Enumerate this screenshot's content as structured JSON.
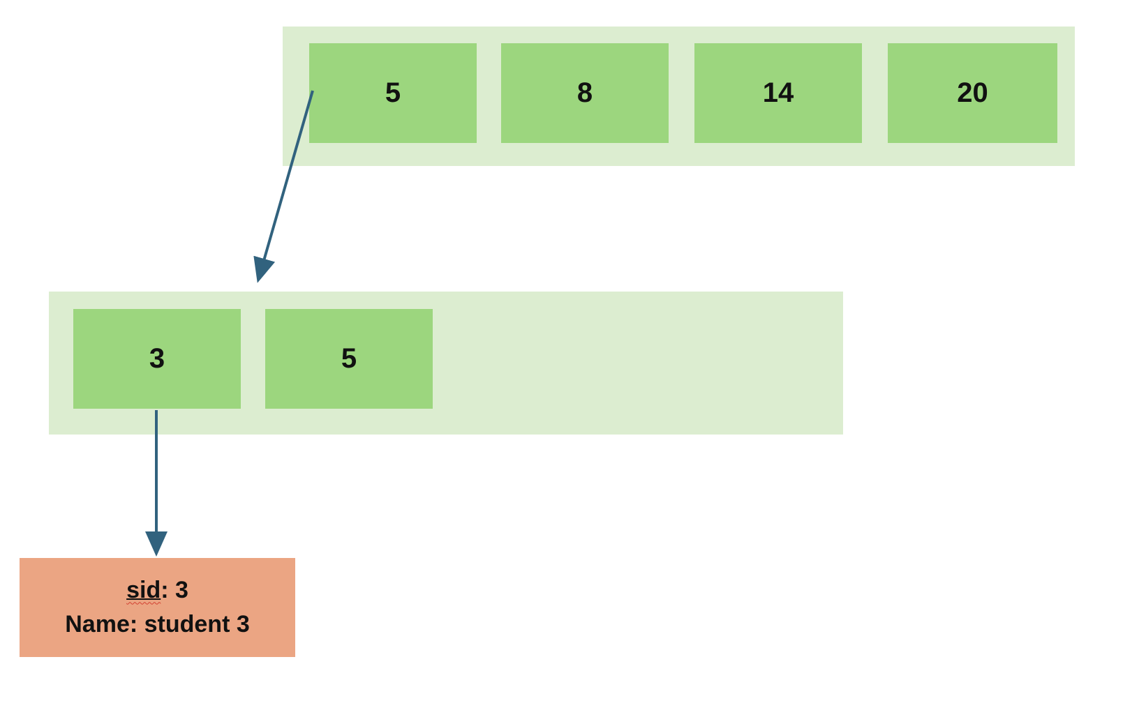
{
  "diagram": {
    "root_node": {
      "keys": [
        "5",
        "8",
        "14",
        "20"
      ]
    },
    "leaf_node": {
      "keys": [
        "3",
        "5"
      ]
    },
    "record": {
      "sid_label": "sid",
      "sid_rest": ": 3",
      "name_line": "Name: student 3"
    },
    "colors": {
      "node_bg": "#dcedd0",
      "cell_bg": "#9cd67e",
      "record_bg": "#eba583",
      "arrow": "#31627e"
    }
  }
}
